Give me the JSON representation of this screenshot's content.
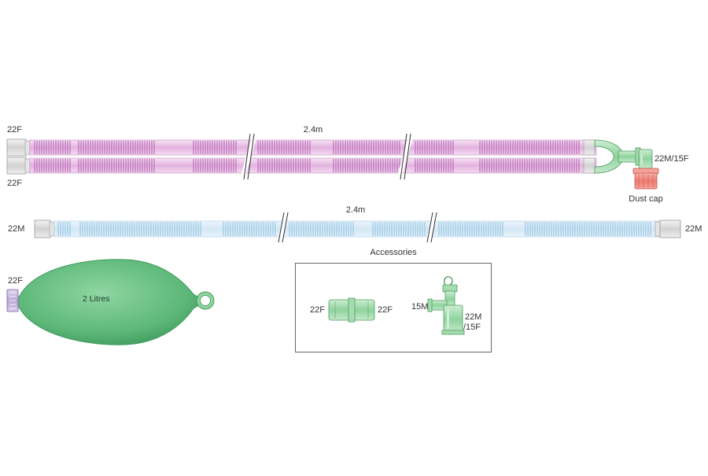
{
  "colors": {
    "pink_tube": "#e3b2df",
    "pink_rib": "#b767b3",
    "blue_tube": "#d2e7f5",
    "blue_rib": "#93c4e2",
    "green_part": "#8fd39d",
    "green_bag": "#57b373",
    "red_cap": "#ee7d72",
    "connector_grey": "#cfcfcf",
    "purple_collar": "#b9a6d8"
  },
  "icons": [
    "break-mark-icon",
    "y-piece-icon",
    "elbow-connector-icon",
    "dust-cap-icon",
    "bag-neck-ring-icon"
  ],
  "dual_limb_circuit": {
    "left_top_label": "22F",
    "left_bottom_label": "22F",
    "length_label": "2.4m",
    "right_label": "22M/15F",
    "dust_cap_label": "Dust cap"
  },
  "single_limb_circuit": {
    "left_label": "22M",
    "length_label": "2.4m",
    "right_label": "22M"
  },
  "bag": {
    "connector_label": "22F",
    "volume_label": "2 Litres"
  },
  "accessories": {
    "title": "Accessories",
    "coupler_left_label": "22F",
    "coupler_right_label": "22F",
    "elbow_left_label": "15M",
    "elbow_right_label_1": "22M",
    "elbow_right_label_2": "/15F"
  }
}
